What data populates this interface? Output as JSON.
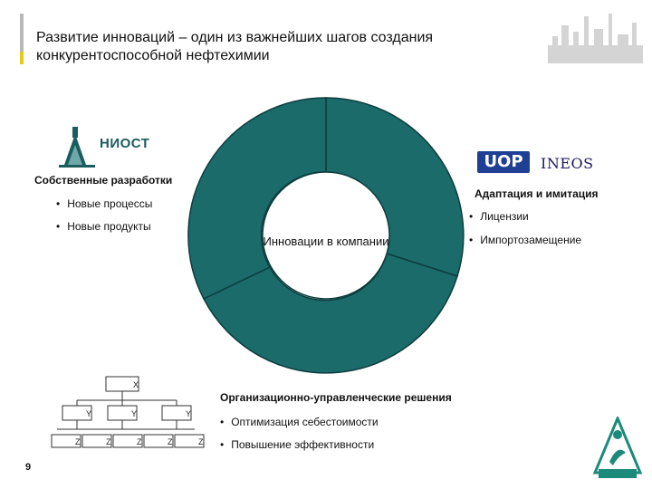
{
  "header": {
    "title": "Развитие инноваций – один из важнейших шагов создания конкурентоспособной нефтехимии"
  },
  "logos": {
    "niost": "НИОСТ",
    "uop": "UOP",
    "ineos": "INEOS"
  },
  "diagram": {
    "center_label": "Инновации в компании",
    "left_block": {
      "title": "Собственные разработки",
      "items": [
        "Новые процессы",
        "Новые продукты"
      ]
    },
    "right_block": {
      "title": "Адаптация и имитация",
      "items": [
        "Лицензии",
        "Импортозамещение"
      ]
    },
    "bottom_block": {
      "title": "Организационно-управленческие решения",
      "items": [
        "Оптимизация себестоимости",
        "Повышение эффективности"
      ]
    }
  },
  "orgchart": {
    "top_label": "X",
    "mid_labels": [
      "Y",
      "Y",
      "Y"
    ],
    "bottom_labels": [
      "Z",
      "Z",
      "Z",
      "Z",
      "Z"
    ]
  },
  "footer": {
    "page_number": "9"
  },
  "colors": {
    "donut_fill": "#1b6b6b",
    "donut_stroke": "#0d3d3d",
    "accent_yellow": "#e8c81a",
    "uop_blue": "#1e3f94",
    "sibur_green": "#1b8a7a"
  }
}
